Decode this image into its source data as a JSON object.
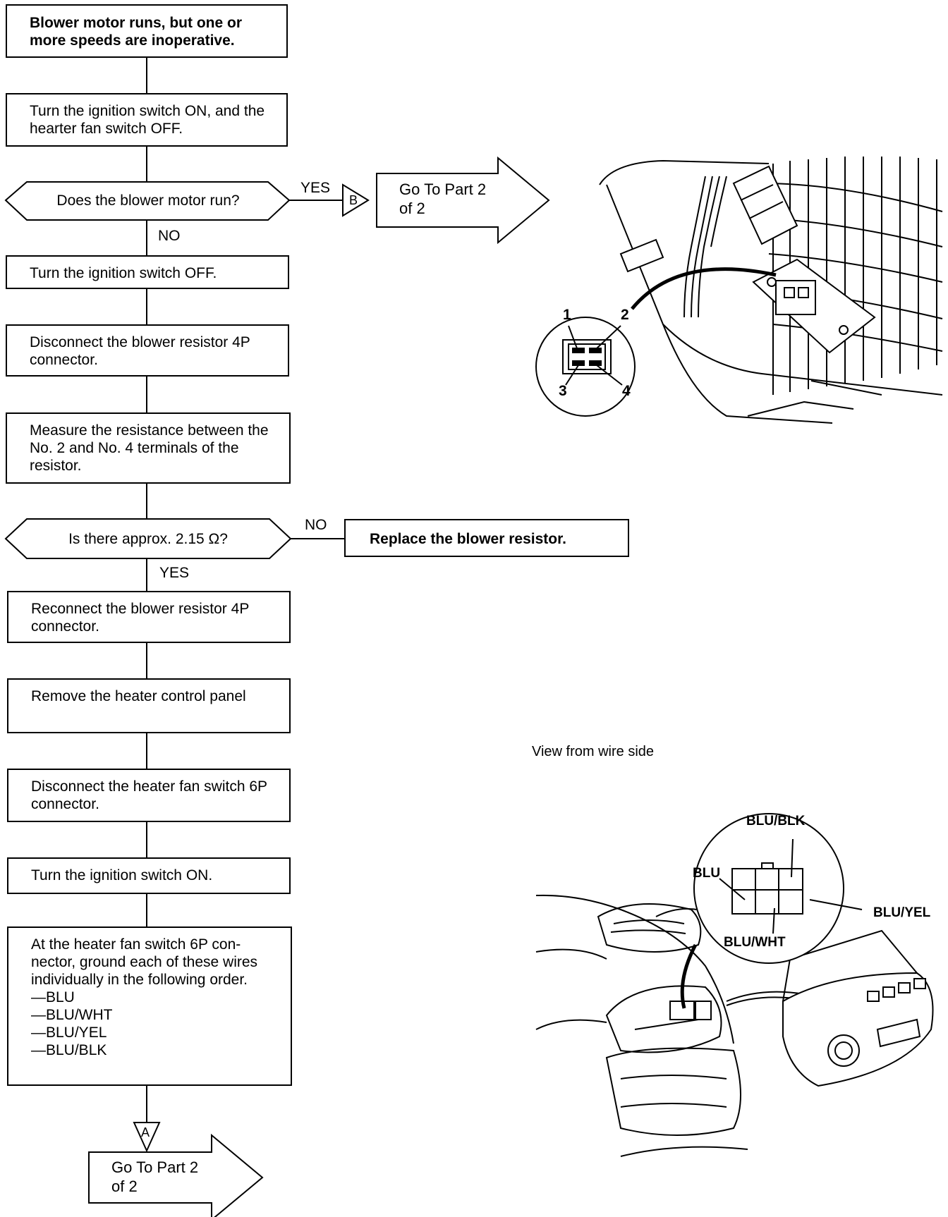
{
  "flowchart": {
    "start": "Blower motor runs, but one or more speeds are inoperative.",
    "step_ignition_on_fan_off": "Turn the ignition switch ON, and the hearter fan switch OFF.",
    "decision_motor_run": "Does the blower motor run?",
    "yes_label_1": "YES",
    "no_label_1": "NO",
    "connector_b": "B",
    "goto_part_b": "Go To Part 2 of 2",
    "step_ignition_off": "Turn the ignition switch OFF.",
    "step_disconnect_resistor": "Disconnect the blower resistor 4P connector.",
    "step_measure": "Measure the resistance between the No. 2 and No. 4 terminals of the resistor.",
    "decision_resistance": "Is there approx. 2.15 Ω?",
    "no_label_2": "NO",
    "yes_label_2": "YES",
    "replace_resistor": "Replace the blower resistor.",
    "step_reconnect": "Reconnect the blower resistor 4P connector.",
    "step_remove_panel": "Remove the heater control panel",
    "step_disconnect_switch": "Disconnect the heater fan switch 6P connector.",
    "step_ignition_on": "Turn the ignition switch ON.",
    "step_ground_intro": "At the heater fan switch 6P con-nector, ground each of these wires individually in the following order.",
    "ground_order": [
      "—BLU",
      "—BLU/WHT",
      "—BLU/YEL",
      "—BLU/BLK"
    ],
    "connector_a": "A",
    "goto_part_a": "Go To Part 2 of 2"
  },
  "illustration_resistor": {
    "terminal_1": "1",
    "terminal_2": "2",
    "terminal_3": "3",
    "terminal_4": "4"
  },
  "illustration_switch": {
    "caption": "View from wire side",
    "wire_blu_blk": "BLU/BLK",
    "wire_blu": "BLU",
    "wire_blu_yel": "BLU/YEL",
    "wire_blu_wht": "BLU/WHT"
  }
}
